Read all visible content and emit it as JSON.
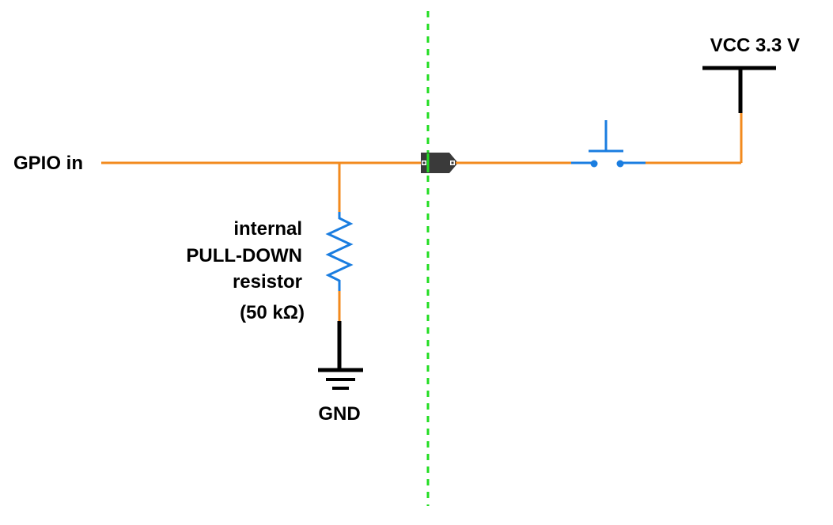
{
  "labels": {
    "gpio": "GPIO in",
    "vcc": "VCC 3.3 V",
    "gnd": "GND",
    "resistor_line1": "internal",
    "resistor_line2": "PULL-DOWN",
    "resistor_line3": "resistor",
    "resistor_value": "(50 kΩ)"
  },
  "colors": {
    "wire": "#f28a1e",
    "component": "#1a7de0",
    "boundary": "#22dd22",
    "rail": "#000000",
    "connector": "#3a3a3a"
  },
  "icons": {
    "resistor": "resistor-icon",
    "switch": "push-button-switch-icon",
    "ground": "ground-symbol-icon",
    "supply": "vcc-supply-icon",
    "connector": "connector-pin-icon"
  }
}
